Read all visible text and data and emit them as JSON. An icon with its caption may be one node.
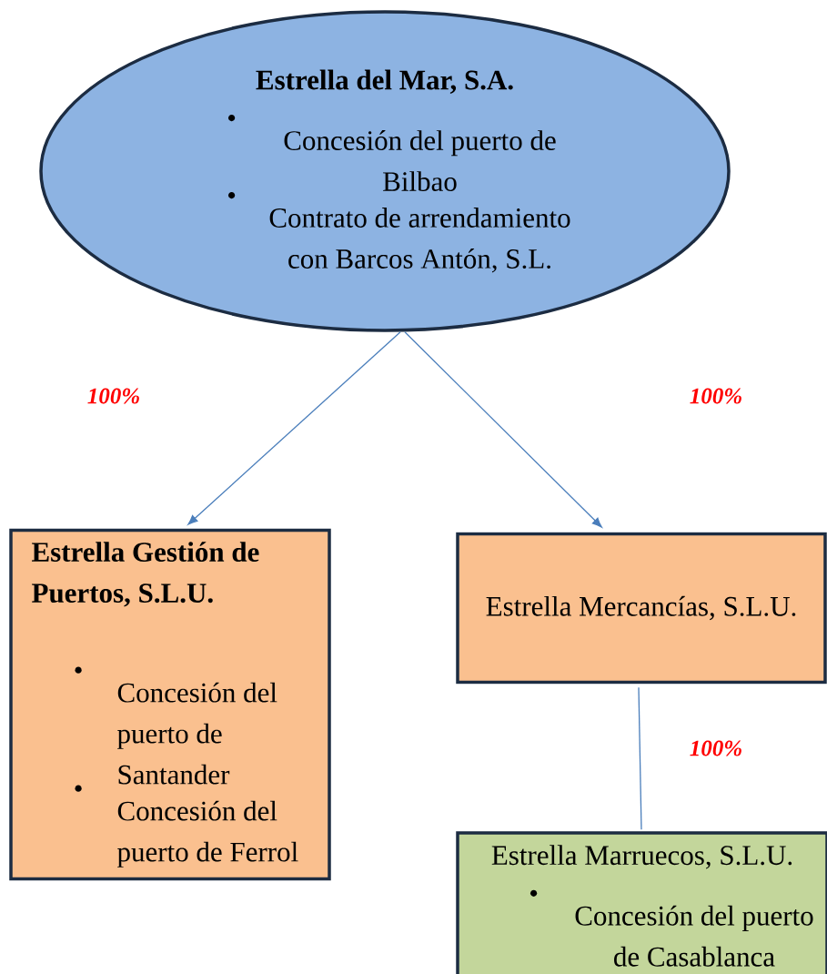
{
  "diagram": {
    "nodes": [
      {
        "text": [
          "Estrella del Mar, S.A.",
          "Concesión del puerto de Bilbao",
          "Contrato de arrendamiento con Barcos Antón, S.L."
        ]
      },
      {
        "text": [
          "Estrella Gestión de Puertos, S.L.U.",
          "Concesión del puerto de Santander",
          "Concesión del puerto de Ferrol"
        ]
      },
      {
        "text": [
          "Estrella Mercancías, S.L.U."
        ]
      },
      {
        "text": [
          "Estrella Marruecos, S.L.U.",
          "Concesión del puerto de Casablanca"
        ]
      }
    ],
    "edges": [
      {
        "from": 0,
        "to": 1,
        "arrow": "to"
      },
      {
        "from": 0,
        "to": 2,
        "arrow": "to"
      },
      {
        "from": 2,
        "to": 3,
        "arrow": "none"
      }
    ],
    "labels": [
      "100%",
      "100%",
      "100%"
    ]
  }
}
